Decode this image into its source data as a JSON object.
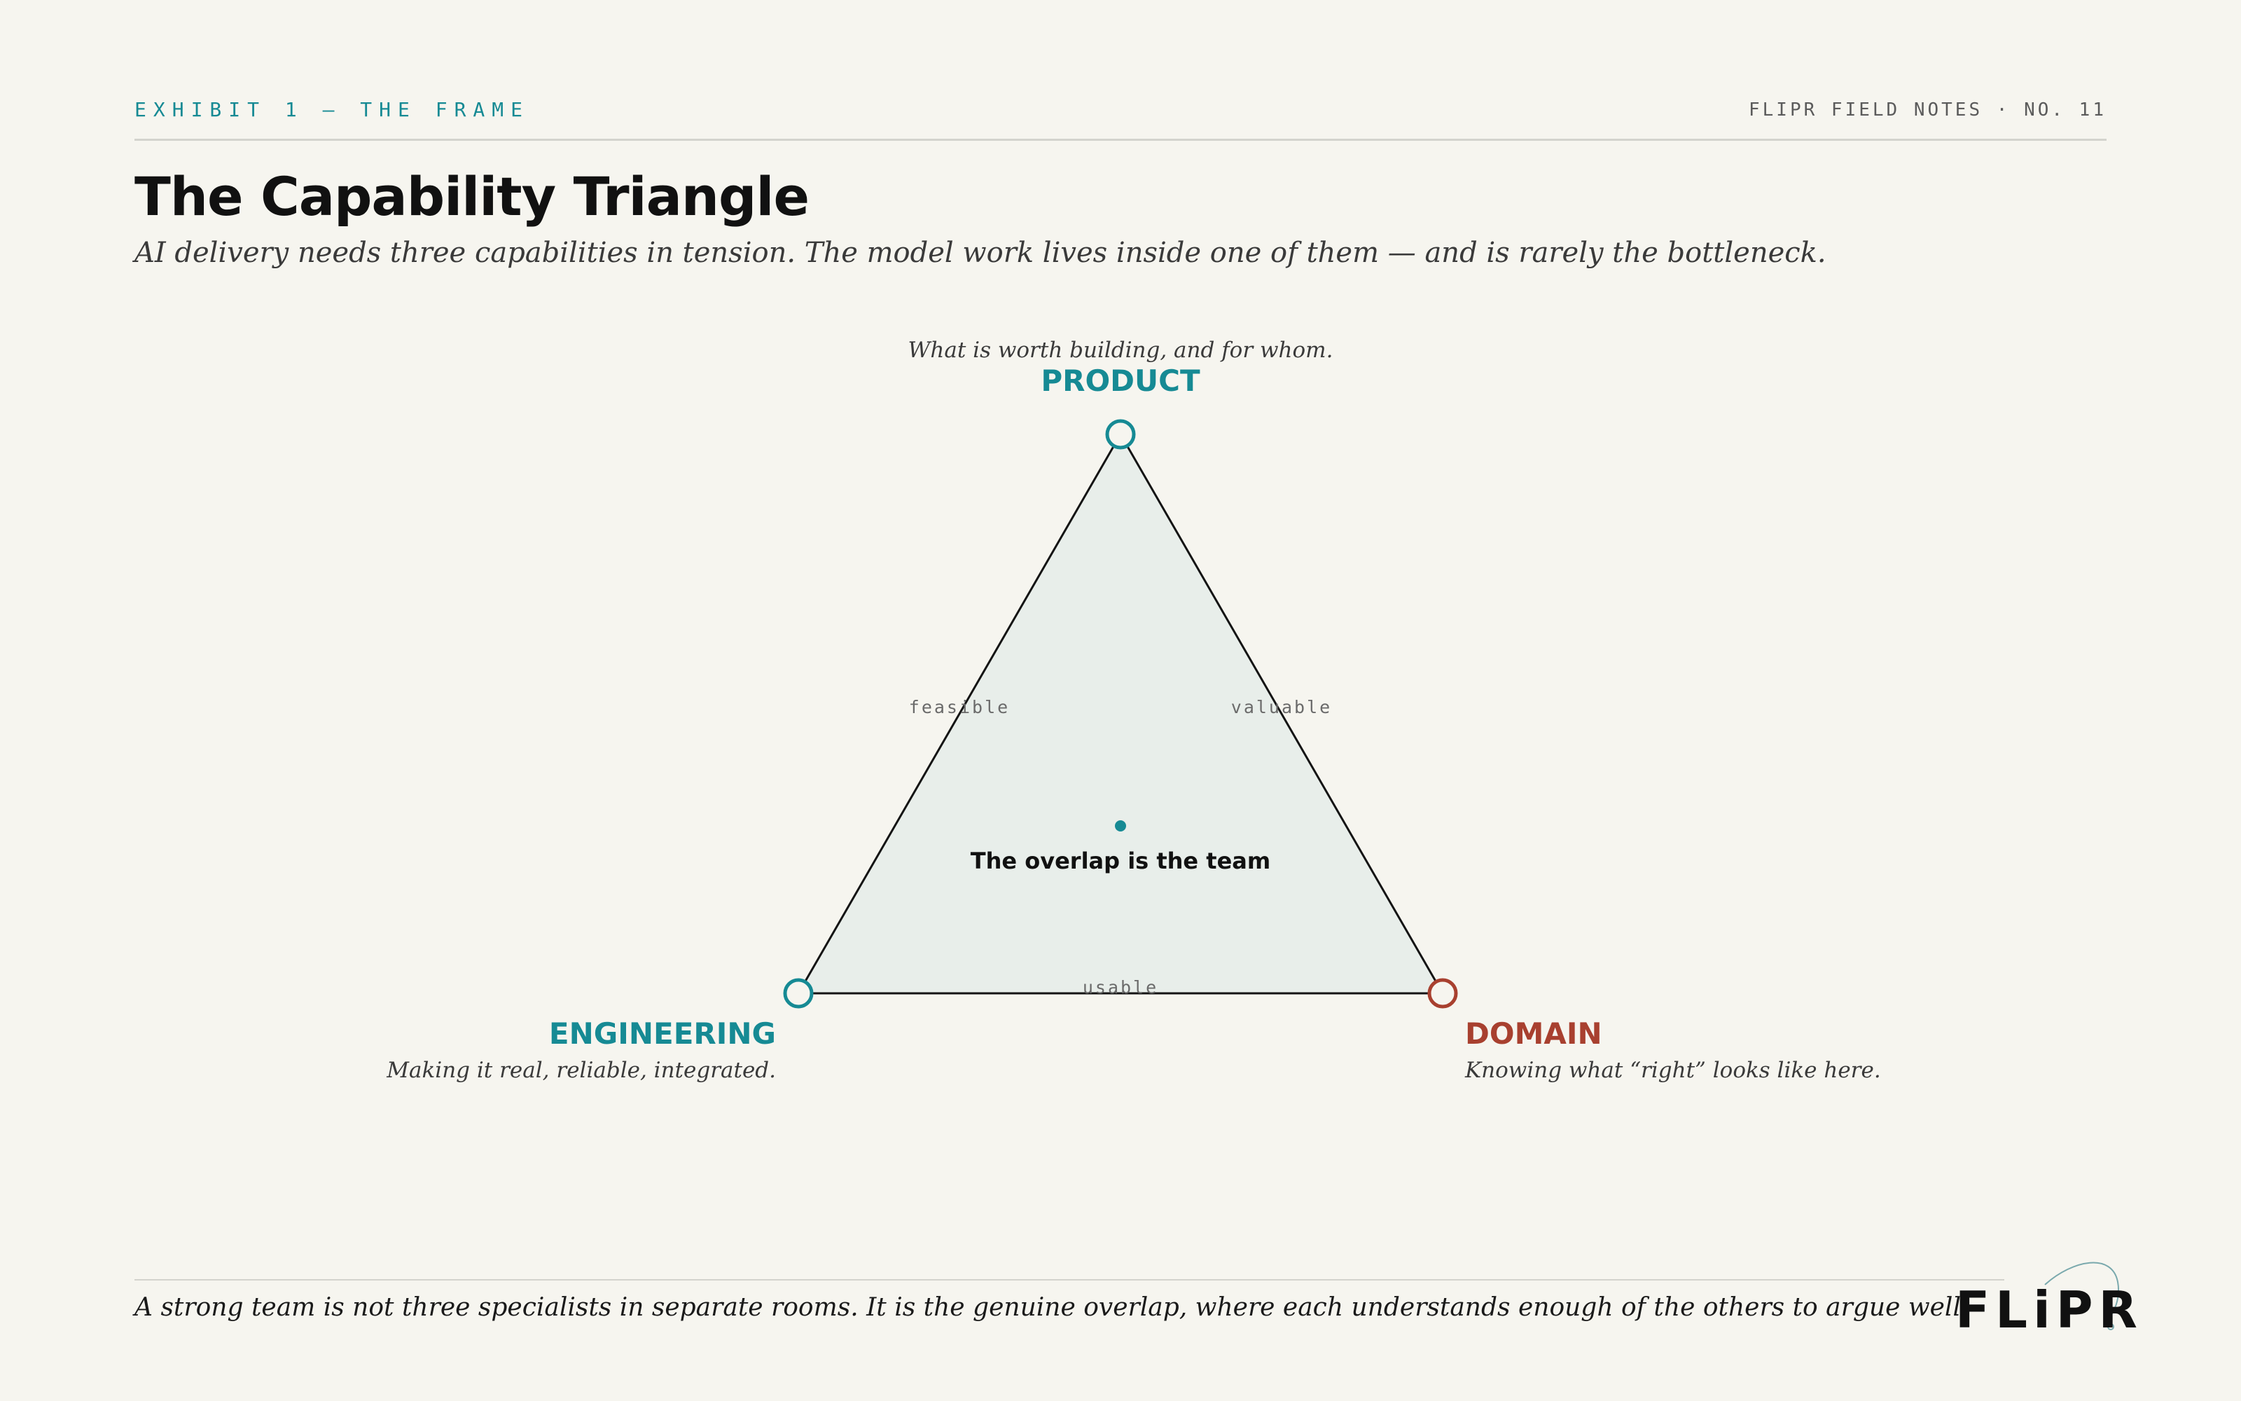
{
  "header": {
    "exhibit_label": "EXHIBIT 1 — THE FRAME",
    "series_label": "FLIPR FIELD NOTES · NO. 11"
  },
  "title": "The Capability Triangle",
  "subtitle": "AI delivery needs three capabilities in tension. The model work lives inside one of them — and is rarely the bottleneck.",
  "diagram": {
    "center_label": "The overlap is the team",
    "nodes": {
      "product": {
        "label": "PRODUCT",
        "description": "What is worth building, and for whom.",
        "color": "#168a94"
      },
      "engineering": {
        "label": "ENGINEERING",
        "description": "Making it real, reliable, integrated.",
        "color": "#168a94"
      },
      "domain": {
        "label": "DOMAIN",
        "description": "Knowing what “right” looks like here.",
        "color": "#a8402f"
      }
    },
    "edges": {
      "left": "feasible",
      "right": "valuable",
      "bottom": "usable"
    }
  },
  "footer": "A strong team is not three specialists in separate rooms. It is the genuine overlap, where each understands enough of the others to argue well.",
  "logo": "FLiPR",
  "colors": {
    "background": "#f6f5ef",
    "teal": "#168a94",
    "rust": "#a8402f",
    "triangle_fill": "#e8eeea"
  }
}
